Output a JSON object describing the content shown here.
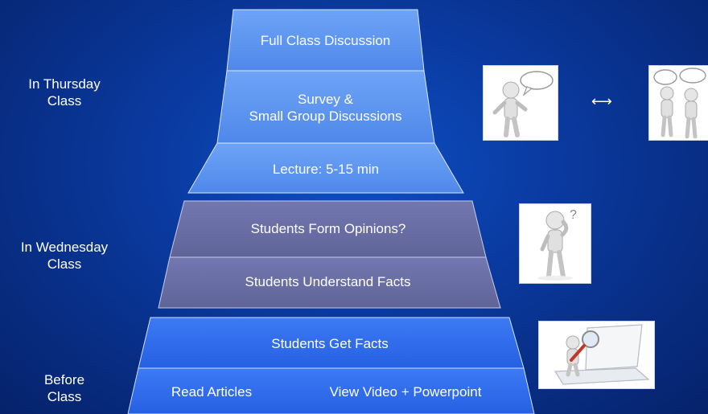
{
  "side_labels": {
    "thursday": "In Thursday\nClass",
    "wednesday": "In Wednesday\nClass",
    "before": "Before\nClass"
  },
  "tiers": {
    "full_class": "Full Class Discussion",
    "survey_line1": "Survey &",
    "survey_line2": "Small Group Discussions",
    "lecture": "Lecture: 5-15 min",
    "opinions": "Students Form Opinions?",
    "understand": "Students Understand Facts",
    "get_facts": "Students Get Facts",
    "read_articles": "Read Articles",
    "view_video": "View Video + Powerpoint"
  },
  "icons": {
    "talking_figure": "speech-bubble-figure-icon",
    "double_arrow": "double-arrow-icon",
    "group_talk": "two-figures-talking-icon",
    "thinking_figure": "thinking-figure-icon",
    "magnifier_laptop": "magnifier-laptop-icon"
  },
  "colors": {
    "thursday_tier": "#5b96f2",
    "wednesday_tier": "#6a6fa8",
    "before_tier": "#2f6ef0",
    "background": "#0a3aa0"
  }
}
